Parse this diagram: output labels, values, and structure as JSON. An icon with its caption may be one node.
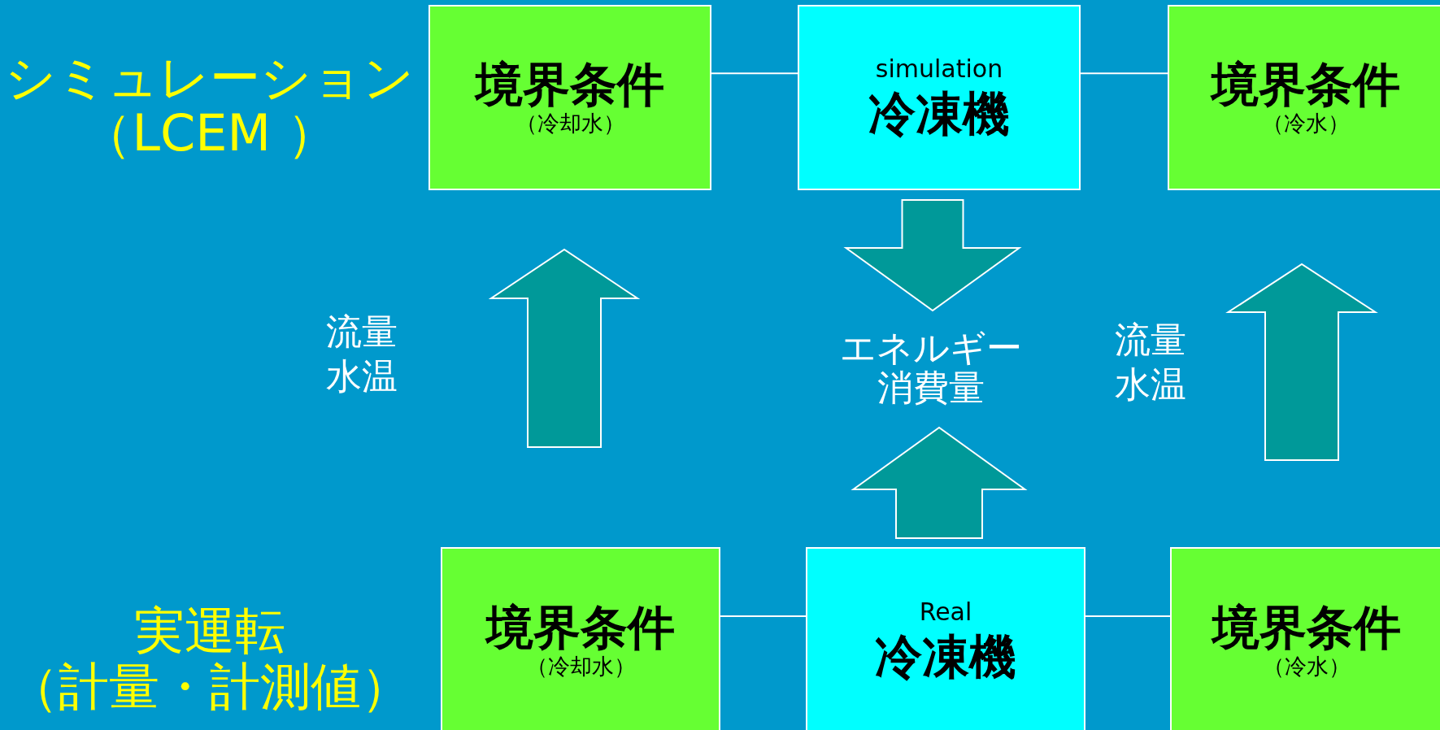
{
  "diagram": {
    "nodes": [
      {
        "text": [
          "シミュレーション",
          "（LCEM ）"
        ]
      },
      {
        "text": [
          "境界条件",
          "（冷却水）"
        ]
      },
      {
        "text": [
          "simulation",
          "冷凍機"
        ]
      },
      {
        "text": [
          "境界条件",
          "（冷水）"
        ]
      },
      {
        "text": [
          "実運転",
          "（計量・計測値）"
        ]
      },
      {
        "text": [
          "境界条件",
          "（冷却水）"
        ]
      },
      {
        "text": [
          "Real",
          "冷凍機"
        ]
      },
      {
        "text": [
          "境界条件",
          "（冷水）"
        ]
      },
      {
        "text": [
          "エネルギー消費量"
        ]
      }
    ],
    "edges": [
      {
        "from": 1,
        "to": 2,
        "arrow": "none"
      },
      {
        "from": 2,
        "to": 3,
        "arrow": "none"
      },
      {
        "from": 5,
        "to": 6,
        "arrow": "none"
      },
      {
        "from": 6,
        "to": 7,
        "arrow": "none"
      },
      {
        "from": 5,
        "to": 1,
        "arrow": "to",
        "label": "流量水温"
      },
      {
        "from": 2,
        "to": 8,
        "arrow": "to"
      },
      {
        "from": 6,
        "to": 8,
        "arrow": "to"
      },
      {
        "from": 7,
        "to": 3,
        "arrow": "to",
        "label": "流量水温"
      }
    ]
  }
}
